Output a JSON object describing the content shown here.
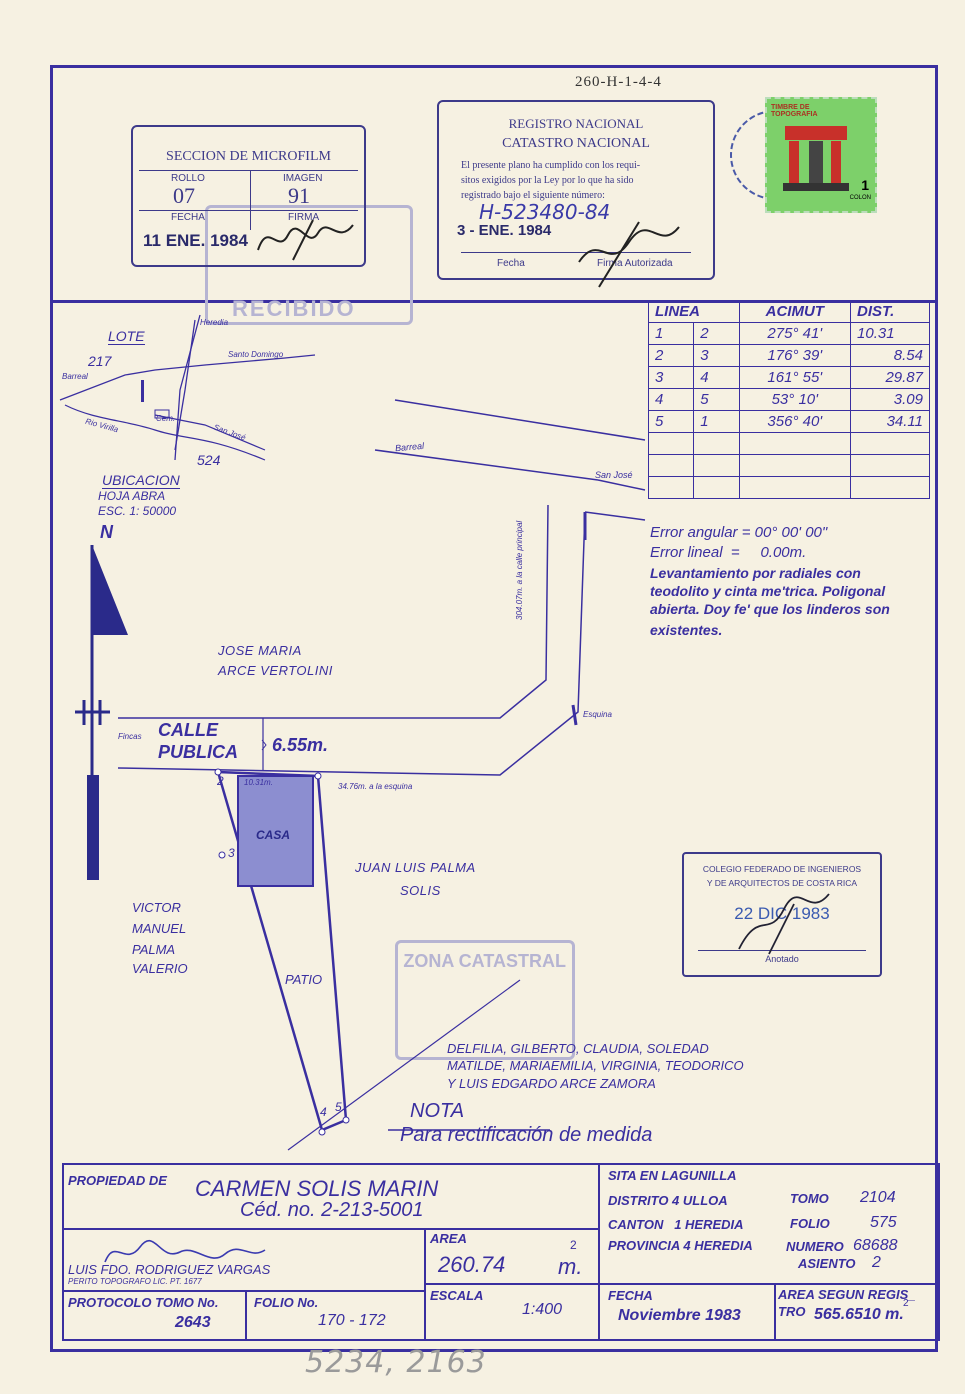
{
  "ref_top": "260-H-1-4-4",
  "microfilm": {
    "title": "SECCION DE MICROFILM",
    "rollo_label": "ROLLO",
    "imagen_label": "IMAGEN",
    "rollo": "07",
    "imagen": "91",
    "fecha_label": "FECHA",
    "firma_label": "FIRMA",
    "fecha": "11 ENE. 1984"
  },
  "registro": {
    "line1": "REGISTRO NACIONAL",
    "line2": "CATASTRO NACIONAL",
    "text1": "El presente plano ha cumplido con los requi-",
    "text2": "sitos exigidos por la Ley por lo que ha sido",
    "text3": "registrado bajo el siguiente número:",
    "number": "H-523480-84",
    "date": "3 - ENE. 1984",
    "fecha_label": "Fecha",
    "firma_label": "Firma Autorizada"
  },
  "timbre": {
    "title": "TIMBRE DE TOPOGRAFIA",
    "value": "1",
    "unit": "COLON"
  },
  "recibido": "RECIBIDO",
  "location_sketch": {
    "lote": "LOTE",
    "n217": "217",
    "heredia": "Heredia",
    "santo_domingo": "Santo Domingo",
    "barreal": "Barreal",
    "rio": "Rio Virilla",
    "cem": "Cem.",
    "san_jose": "San José",
    "n524": "524",
    "ubicacion": "UBICACION",
    "hoja": "HOJA ABRA",
    "escala": "ESC. 1: 50000"
  },
  "coord_table": {
    "headers": [
      "LINEA",
      "ACIMUT",
      "DIST."
    ],
    "rows": [
      [
        "1",
        "2",
        "275° 41'",
        "10.31"
      ],
      [
        "2",
        "3",
        "176° 39'",
        "8.54"
      ],
      [
        "3",
        "4",
        "161° 55'",
        "29.87"
      ],
      [
        "4",
        "5",
        "53° 10'",
        "3.09"
      ],
      [
        "5",
        "1",
        "356° 40'",
        "34.11"
      ]
    ]
  },
  "notes": {
    "error_angular": "Error angular = 00° 00' 00\"",
    "error_lineal": "Error lineal  =     0.00m.",
    "lev1": "Levantamiento por radiales con",
    "lev2": "teodolito y cinta me'trica. Poligonal",
    "lev3": "abierta. Doy fe' que los linderos son",
    "lev4": "existentes."
  },
  "map": {
    "north": "N",
    "barreal": "Barreal",
    "san_jose": "San José",
    "dist_principal": "304.07m. a la calle principal",
    "esquina": "Esquina",
    "jose1": "JOSE MARIA",
    "jose2": "ARCE VERTOLINI",
    "calle1": "CALLE",
    "calle2": "PUBLICA",
    "fincas": "Fincas",
    "width": "6.55m.",
    "p2": "2",
    "p3": "3",
    "p4": "4",
    "p5": "5",
    "d1031": "10.31m.",
    "dist_esquina": "34.76m. a la esquina",
    "casa": "CASA",
    "juan1": "JUAN LUIS PALMA",
    "juan2": "SOLIS",
    "victor1": "VICTOR",
    "victor2": "MANUEL",
    "victor3": "PALMA",
    "victor4": "VALERIO",
    "patio": "PATIO",
    "delf1": "DELFILIA, GILBERTO, CLAUDIA, SOLEDAD",
    "delf2": "MATILDE, MARIAEMILIA, VIRGINIA, TEODORICO",
    "delf3": "Y LUIS EDGARDO ARCE ZAMORA",
    "nota": "NOTA",
    "nota_text": "Para rectificación de medida"
  },
  "colegio": {
    "line1": "COLEGIO FEDERADO DE INGENIEROS",
    "line2": "Y DE ARQUITECTOS DE COSTA RICA",
    "date": "22 DIC 1983",
    "anotado": "Anotado"
  },
  "zona": "ZONA CATASTRAL",
  "footer": {
    "propiedad_label": "PROPIEDAD DE",
    "owner": "CARMEN SOLIS MARIN",
    "ced": "Céd. no. 2-213-5001",
    "surveyor": "LUIS FDO. RODRIGUEZ VARGAS",
    "perito": "PERITO TOPOGRAFO LIC. PT. 1677",
    "area_label": "AREA",
    "area": "260.74",
    "area_unit": "m.",
    "area_exp": "2",
    "sita": "SITA EN LAGUNILLA",
    "distrito": "DISTRITO 4 ULLOA",
    "canton": "CANTON   1 HEREDIA",
    "provincia": "PROVINCIA 4 HEREDIA",
    "tomo_label": "TOMO",
    "tomo": "2104",
    "folio_label": "FOLIO",
    "folio": "575",
    "numero_label": "NUMERO",
    "numero": "68688",
    "asiento_label": "ASIENTO",
    "asiento": "2",
    "protocolo_label": "PROTOCOLO TOMO No.",
    "protocolo": "2643",
    "folio_no_label": "FOLIO No.",
    "folio_no": "170 - 172",
    "escala_label": "ESCALA",
    "escala": "1:400",
    "fecha_label": "FECHA",
    "fecha": "Noviembre 1983",
    "area_reg_label1": "AREA SEGUN REGIS_",
    "area_reg_label2": "TRO",
    "area_reg": "565.6510 m.",
    "area_reg_exp": "2"
  },
  "bottom_number": "5234, 2163"
}
